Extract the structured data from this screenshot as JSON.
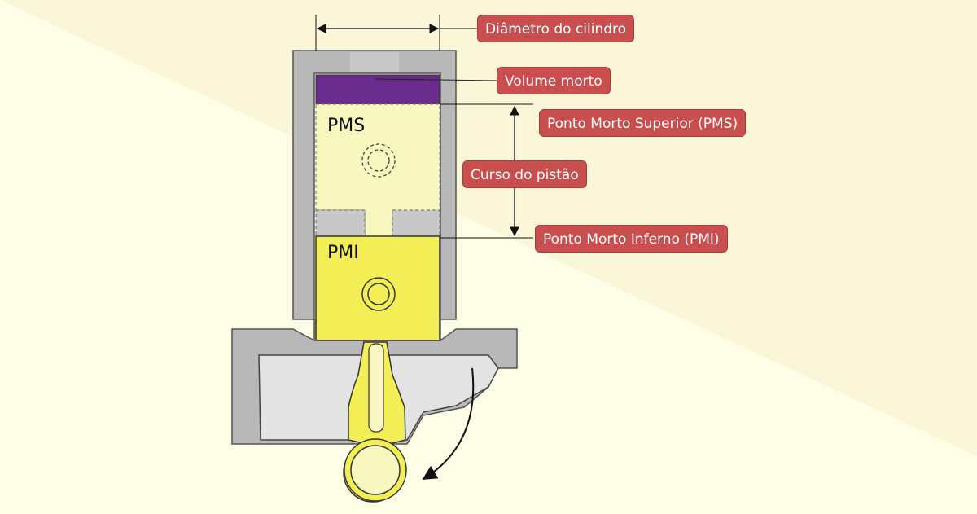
{
  "labels": {
    "diameter": "Diâmetro do cilindro",
    "dead_volume": "Volume morto",
    "tdc": "Ponto Morto Superior (PMS)",
    "stroke": "Curso do pistão",
    "bdc": "Ponto Morto Inferno (PMI)",
    "pms_short": "PMS",
    "pmi_short": "PMI"
  },
  "colors": {
    "background_light": "#fefde6",
    "background_dark": "#fdf6d6",
    "cylinder_wall": "#b8b8b8",
    "dead_volume": "#6a2d8e",
    "piston": "#f3ee55",
    "piston_ghost": "#f8f7bf",
    "label_bg": "#c94f4f"
  }
}
